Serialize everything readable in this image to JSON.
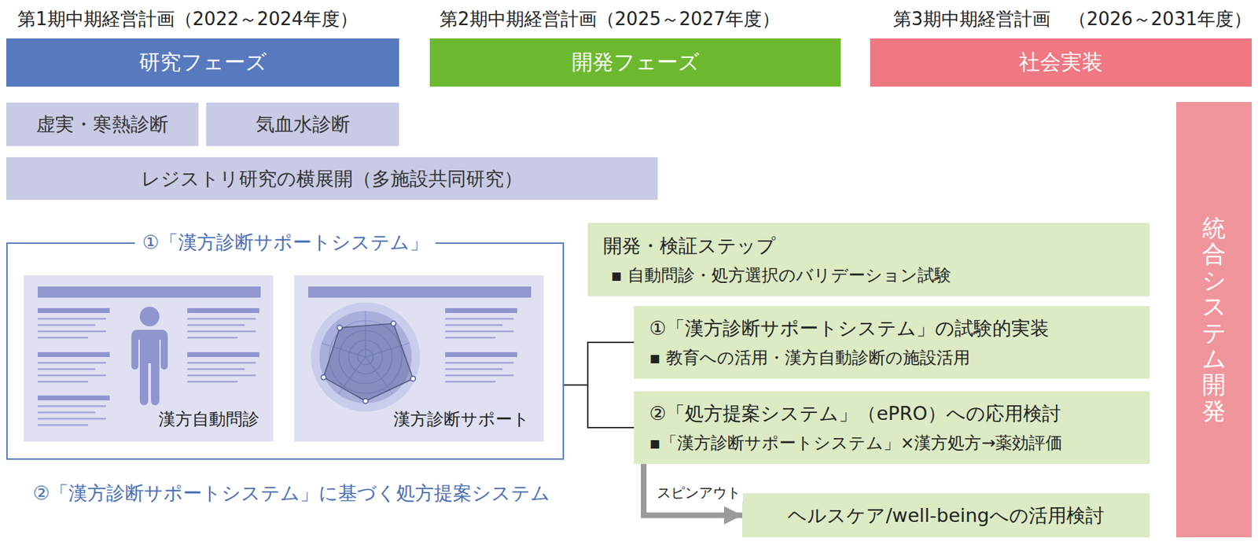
{
  "diagram": {
    "nodes": [
      {
        "text": [
          "第1期中期経営計画（2022～2024年度）",
          "研究フェーズ"
        ]
      },
      {
        "text": [
          "第2期中期経営計画（2025～2027年度）",
          "開発フェーズ"
        ]
      },
      {
        "text": [
          "第3期中期経営計画　（2026～2031年度）",
          "社会実装"
        ]
      },
      {
        "text": [
          "虚実・寒熱診断"
        ]
      },
      {
        "text": [
          "気血水診断"
        ]
      },
      {
        "text": [
          "レジストリ研究の横展開（多施設共同研究）"
        ]
      },
      {
        "text": [
          "統合システム開発"
        ]
      },
      {
        "text": [
          "①「漢方診断サポートシステム」"
        ]
      },
      {
        "text": [
          "漢方自動問診"
        ],
        "in": 7
      },
      {
        "text": [
          "漢方診断サポート"
        ],
        "in": 7
      },
      {
        "text": [
          "開発・検証ステップ",
          "▪ 自動問診・処方選択のバリデーション試験"
        ]
      },
      {
        "text": [
          "①「漢方診断サポートシステム」の試験的実装",
          "▪ 教育への活用・漢方自動診断の施設活用"
        ]
      },
      {
        "text": [
          "②「処方提案システム」（ePRO）への応用検討",
          "▪「漢方診断サポートシステム」×漢方処方→薬効評価"
        ]
      },
      {
        "text": [
          "ヘルスケア/well-beingへの活用検討"
        ]
      }
    ],
    "edges": [
      {
        "from": 7,
        "to": 11,
        "arrow": "none"
      },
      {
        "from": 7,
        "to": 12,
        "arrow": "none"
      },
      {
        "from": 12,
        "to": 13,
        "arrow": "to",
        "label": "スピンアウト"
      }
    ],
    "labels": [
      "②「漢方診断サポートシステム」に基づく処方提案システム"
    ]
  }
}
